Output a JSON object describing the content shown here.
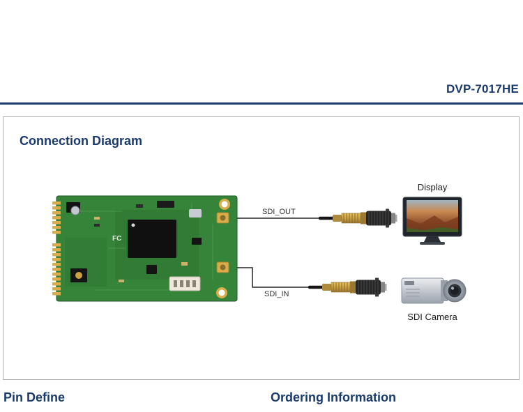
{
  "header": {
    "model": "DVP-7017HE"
  },
  "connection_diagram": {
    "title": "Connection Diagram",
    "sdi_out_label": "SDI_OUT",
    "sdi_in_label": "SDI_IN",
    "display_label": "Display",
    "camera_label": "SDI Camera",
    "board_marking": "FC"
  },
  "lower_sections": {
    "pin_define": "Pin Define",
    "ordering_information": "Ordering Information"
  },
  "colors": {
    "accent": "#1a3a6d",
    "pcb_green": "#35843a",
    "gold": "#d9ae4a",
    "box_border": "#b0b0b0"
  }
}
